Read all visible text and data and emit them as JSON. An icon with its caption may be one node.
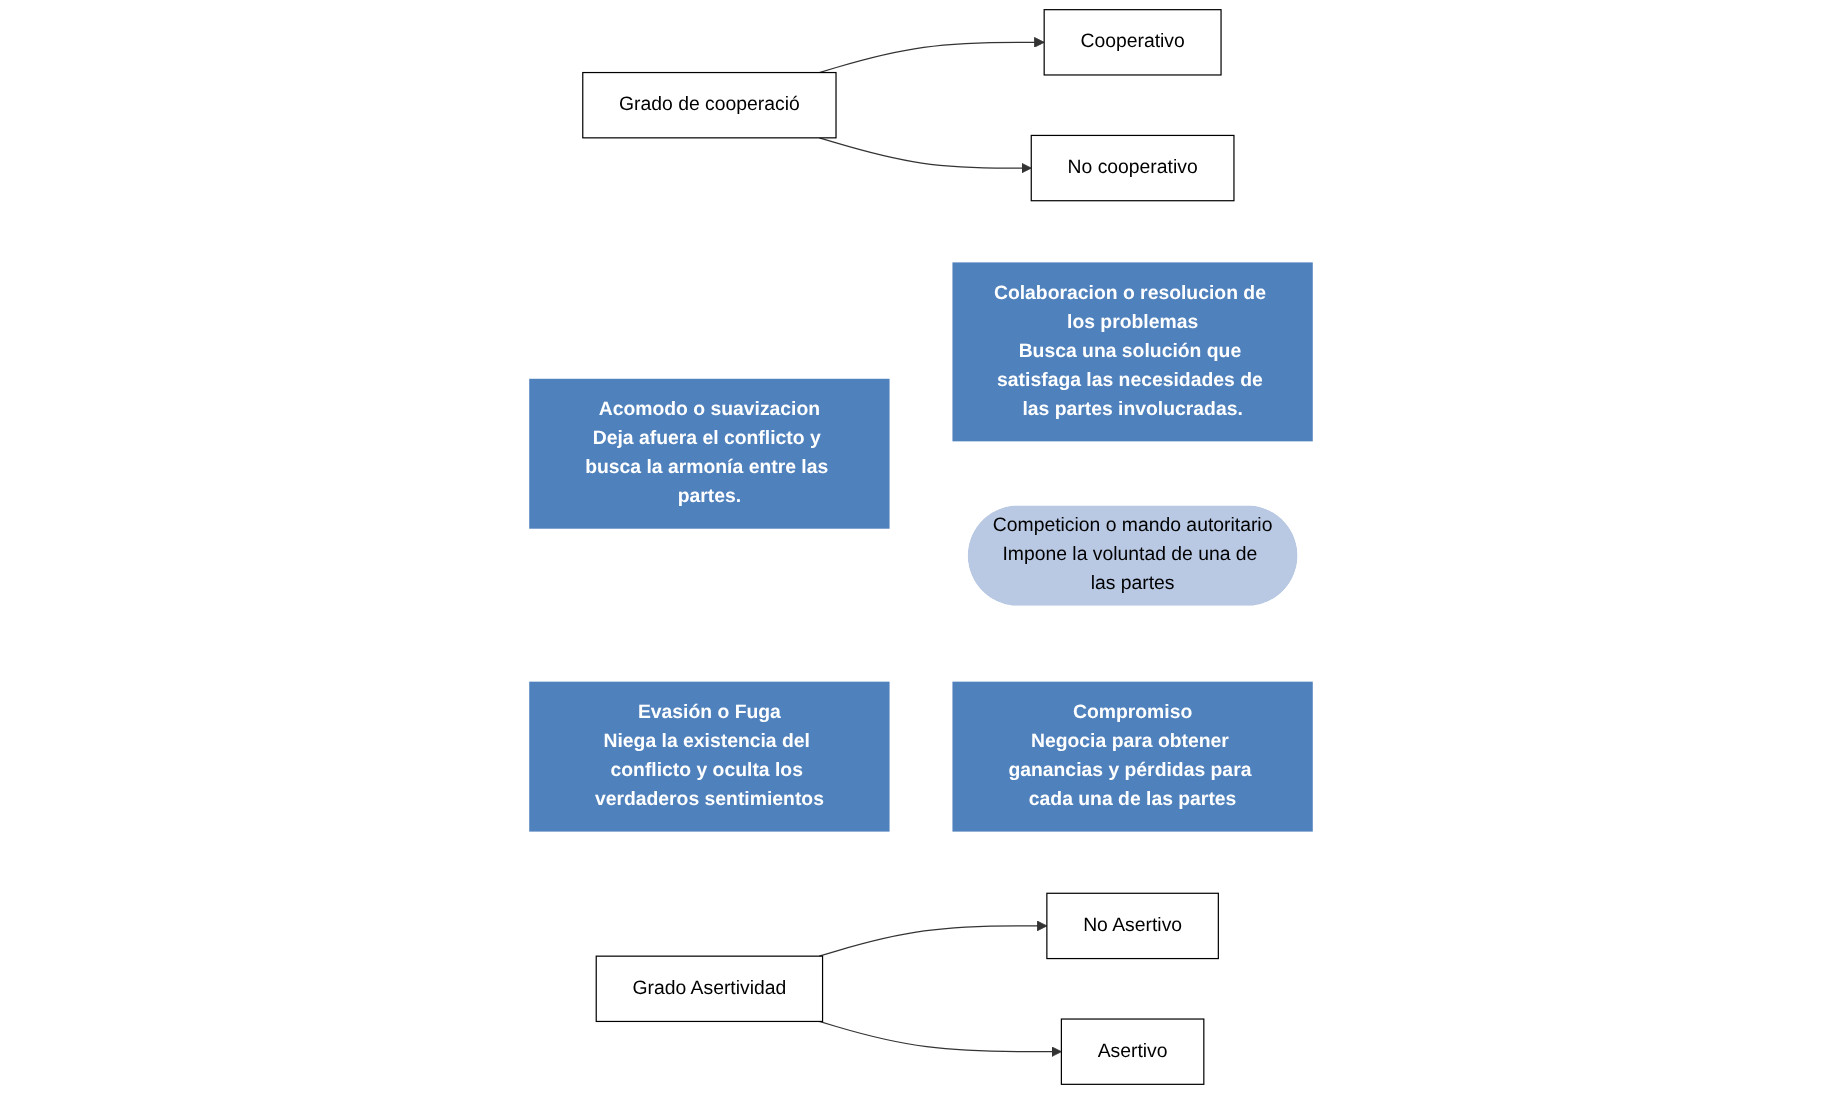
{
  "diagram": {
    "nodes": [
      {
        "text": [
          "Cooperativo"
        ]
      },
      {
        "text": [
          "Grado de cooperació"
        ]
      },
      {
        "text": [
          "No cooperativo"
        ]
      },
      {
        "text": [
          "Acomodo o suavizacion",
          "Deja afuera el conflicto y busca la armonía entre las partes."
        ]
      },
      {
        "text": [
          "Colaboracion o resolucion de los problemas",
          "Busca una solución que satisfaga las necesidades de las partes involucradas."
        ]
      },
      {
        "text": [
          "Competicion o mando autoritario",
          "Impone la voluntad de una de las partes"
        ]
      },
      {
        "text": [
          "Evasión o Fuga",
          "Niega la existencia del conflicto y oculta los verdaderos sentimientos"
        ]
      },
      {
        "text": [
          "Compromiso",
          "Negocia para obtener ganancias y pérdidas para cada una de las partes"
        ]
      },
      {
        "text": [
          "No Asertivo"
        ]
      },
      {
        "text": [
          "Grado Asertividad"
        ]
      },
      {
        "text": [
          "Asertivo"
        ]
      }
    ],
    "edges": [
      {
        "from": 1,
        "to": 0,
        "arrow": "to"
      },
      {
        "from": 1,
        "to": 2,
        "arrow": "to"
      },
      {
        "from": 9,
        "to": 8,
        "arrow": "to"
      },
      {
        "from": 9,
        "to": 10,
        "arrow": "to"
      }
    ]
  }
}
